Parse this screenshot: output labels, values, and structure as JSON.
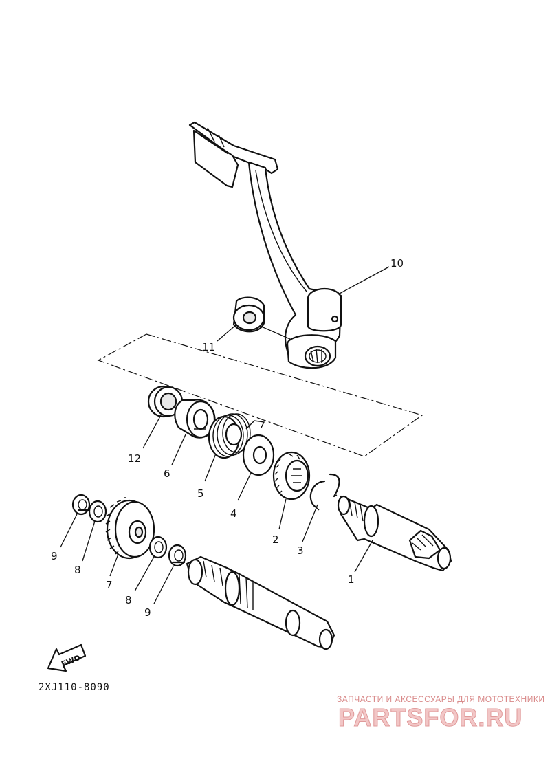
{
  "callouts": {
    "c1": "1",
    "c2": "2",
    "c3": "3",
    "c4": "4",
    "c5": "5",
    "c6": "6",
    "c7": "7",
    "c8a": "8",
    "c8b": "8",
    "c9a": "9",
    "c9b": "9",
    "c10": "10",
    "c11": "11",
    "c12": "12"
  },
  "diagram_code": "2XJ110-8090",
  "fwd_label": "FWD",
  "watermark": {
    "top_text": "ЗАПЧАСТИ И АКСЕССУАРЫ ДЛЯ МОТОТЕХНИКИ",
    "logo": "PARTSFOR.RU"
  }
}
